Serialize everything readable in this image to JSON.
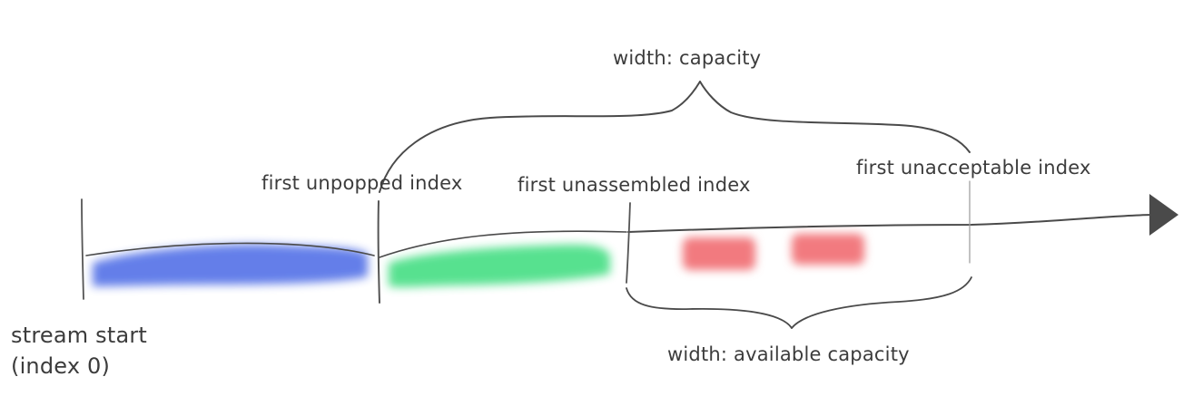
{
  "labels": {
    "capacity": "width: capacity",
    "first_unpopped": "first unpopped index",
    "first_unassembled": "first unassembled index",
    "first_unacceptable": "first unacceptable index",
    "available_capacity": "width: available capacity",
    "stream_start_line1": "stream start",
    "stream_start_line2": "(index 0)"
  },
  "colors": {
    "popped": "#5b78e8",
    "unpopped": "#4fe08a",
    "unassembled": "#f27a7f",
    "ink": "#4a4a4a"
  }
}
